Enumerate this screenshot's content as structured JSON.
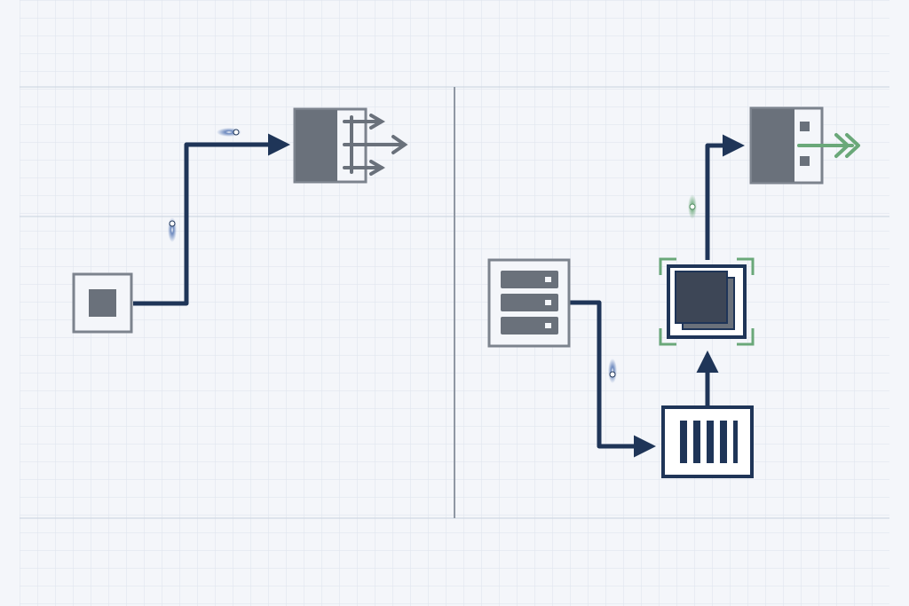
{
  "diagram": {
    "colors": {
      "background": "#f4f6fa",
      "grid_minor": "#dde3ec",
      "grid_major": "#c9d1dd",
      "divider": "#8f97a3",
      "connector": "#1f3558",
      "node_fill": "#6a717b",
      "node_stroke": "#7c838d",
      "accent_green": "#6aa879",
      "token_glow": "#4c6fb0"
    },
    "left_panel": {
      "nodes": [
        {
          "id": "source-node",
          "icon": "square-chip-icon"
        },
        {
          "id": "splitter-node",
          "icon": "fan-out-arrows-icon"
        }
      ],
      "connectors": [
        {
          "from": "source-node",
          "to": "splitter-node"
        }
      ],
      "moving_tokens": 2
    },
    "right_panel": {
      "nodes": [
        {
          "id": "server-node",
          "icon": "server-stack-icon"
        },
        {
          "id": "queue-node",
          "icon": "bars-queue-icon"
        },
        {
          "id": "processor-node",
          "icon": "layered-chip-icon",
          "selected": true
        },
        {
          "id": "output-node",
          "icon": "double-chevron-output-icon"
        }
      ],
      "connectors": [
        {
          "from": "server-node",
          "to": "queue-node"
        },
        {
          "from": "queue-node",
          "to": "processor-node"
        },
        {
          "from": "processor-node",
          "to": "output-node"
        }
      ],
      "moving_tokens": 2
    }
  }
}
